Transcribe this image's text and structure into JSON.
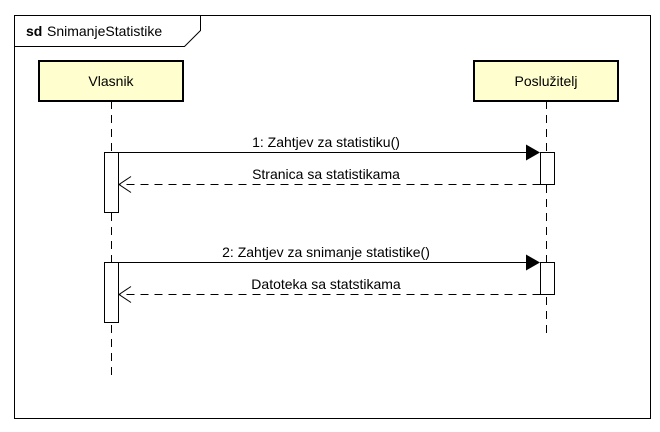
{
  "frame": {
    "keyword": "sd",
    "name": "SnimanjeStatistike"
  },
  "participants": [
    {
      "id": "vlasnik",
      "label": "Vlasnik"
    },
    {
      "id": "posluzitelj",
      "label": "Poslužitelj"
    }
  ],
  "messages": [
    {
      "number": 1,
      "label": "1: Zahtjev za statistiku()",
      "from": "Vlasnik",
      "to": "Poslužitelj",
      "kind": "synchronous-call"
    },
    {
      "number": null,
      "label": "Stranica sa statistikama",
      "from": "Poslužitelj",
      "to": "Vlasnik",
      "kind": "reply"
    },
    {
      "number": 2,
      "label": "2: Zahtjev za snimanje statistike()",
      "from": "Vlasnik",
      "to": "Poslužitelj",
      "kind": "synchronous-call"
    },
    {
      "number": null,
      "label": "Datoteka sa statstikama",
      "from": "Poslužitelj",
      "to": "Vlasnik",
      "kind": "reply"
    }
  ],
  "colors": {
    "participant_fill": "#FEFECE",
    "participant_border": "#000000",
    "activation_fill": "#FFFFFF",
    "line": "#000000",
    "frame_border": "#000000"
  }
}
